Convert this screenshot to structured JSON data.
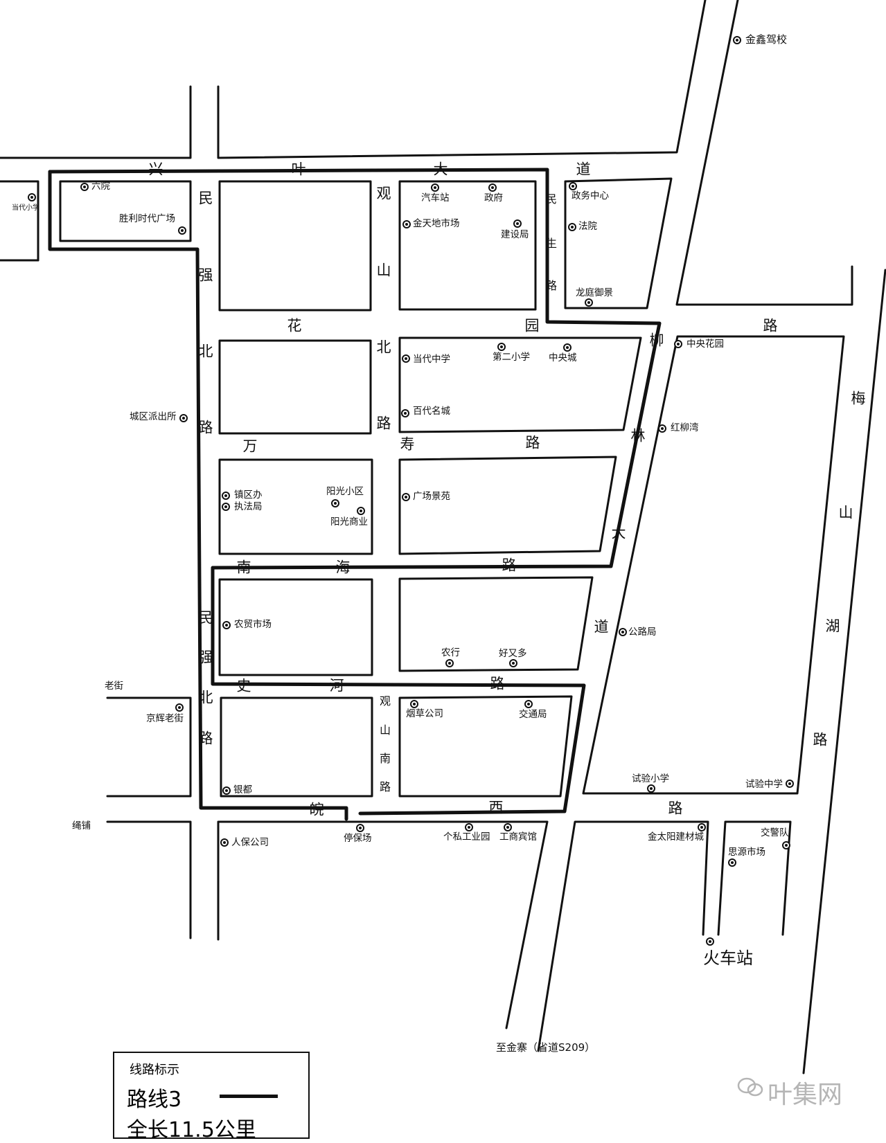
{
  "roads": [
    {
      "id": "xingye-1",
      "text": "兴"
    },
    {
      "id": "xingye-2",
      "text": "叶"
    },
    {
      "id": "xingye-3",
      "text": "大"
    },
    {
      "id": "xingye-4",
      "text": "道"
    },
    {
      "id": "minqiang-1",
      "text": "民"
    },
    {
      "id": "minqiang-2",
      "text": "强"
    },
    {
      "id": "minqiang-3",
      "text": "北"
    },
    {
      "id": "minqiang-4",
      "text": "路"
    },
    {
      "id": "minqiang-s1",
      "text": "民"
    },
    {
      "id": "minqiang-s2",
      "text": "强"
    },
    {
      "id": "minqiang-s3",
      "text": "北"
    },
    {
      "id": "minqiang-s4",
      "text": "路"
    },
    {
      "id": "guanshan-1",
      "text": "观"
    },
    {
      "id": "guanshan-2",
      "text": "山"
    },
    {
      "id": "guanshan-3",
      "text": "北"
    },
    {
      "id": "guanshan-4",
      "text": "路"
    },
    {
      "id": "huayuan-1",
      "text": "花"
    },
    {
      "id": "huayuan-2",
      "text": "园"
    },
    {
      "id": "huayuan-3",
      "text": "路"
    },
    {
      "id": "minsheng-1",
      "text": "民"
    },
    {
      "id": "minsheng-2",
      "text": "生"
    },
    {
      "id": "minsheng-3",
      "text": "路"
    },
    {
      "id": "wanshou-1",
      "text": "万"
    },
    {
      "id": "wanshou-2",
      "text": "寿"
    },
    {
      "id": "wanshou-3",
      "text": "路"
    },
    {
      "id": "nanhai-1",
      "text": "南"
    },
    {
      "id": "nanhai-2",
      "text": "海"
    },
    {
      "id": "nanhai-3",
      "text": "路"
    },
    {
      "id": "shihe-1",
      "text": "史"
    },
    {
      "id": "shihe-2",
      "text": "河"
    },
    {
      "id": "shihe-3",
      "text": "路"
    },
    {
      "id": "guanshannan-1",
      "text": "观"
    },
    {
      "id": "guanshannan-2",
      "text": "山"
    },
    {
      "id": "guanshannan-3",
      "text": "南"
    },
    {
      "id": "guanshannan-4",
      "text": "路"
    },
    {
      "id": "liulin-1",
      "text": "柳"
    },
    {
      "id": "liulin-2",
      "text": "林"
    },
    {
      "id": "liulin-3",
      "text": "大"
    },
    {
      "id": "liulin-4",
      "text": "道"
    },
    {
      "id": "wanxi-1",
      "text": "皖"
    },
    {
      "id": "wanxi-2",
      "text": "西"
    },
    {
      "id": "wanxi-3",
      "text": "路"
    },
    {
      "id": "meishan-1",
      "text": "梅"
    },
    {
      "id": "meishan-2",
      "text": "山"
    },
    {
      "id": "meishan-3",
      "text": "湖"
    },
    {
      "id": "meishan-4",
      "text": "路"
    }
  ],
  "pois": [
    {
      "id": "jinxin-jiaxiao",
      "text": "金鑫驾校"
    },
    {
      "id": "liuyuan",
      "text": "六院"
    },
    {
      "id": "dangdai-xiaoxue",
      "text": "当代小学"
    },
    {
      "id": "shengli-guangchang",
      "text": "胜利时代广场"
    },
    {
      "id": "qichezhan",
      "text": "汽车站"
    },
    {
      "id": "zhengfu",
      "text": "政府"
    },
    {
      "id": "jintiandi",
      "text": "金天地市场"
    },
    {
      "id": "jiansheju",
      "text": "建设局"
    },
    {
      "id": "zhengwu-zhongxin",
      "text": "政务中心"
    },
    {
      "id": "fayuan",
      "text": "法院"
    },
    {
      "id": "longting",
      "text": "龙庭御景"
    },
    {
      "id": "dangdai-zhongxue",
      "text": "当代中学"
    },
    {
      "id": "dier-xiaoxue",
      "text": "第二小学"
    },
    {
      "id": "zhongyang-cheng",
      "text": "中央城"
    },
    {
      "id": "zhongyang-huayuan",
      "text": "中央花园"
    },
    {
      "id": "baidai",
      "text": "百代名城"
    },
    {
      "id": "chengqu-paichusuo",
      "text": "城区派出所"
    },
    {
      "id": "hongliuwan",
      "text": "红柳湾"
    },
    {
      "id": "zhenqu-ban",
      "text": "镇区办"
    },
    {
      "id": "zhifaju",
      "text": "执法局"
    },
    {
      "id": "yangguang-xiaoqu",
      "text": "阳光小区"
    },
    {
      "id": "yangguang-shangye",
      "text": "阳光商业"
    },
    {
      "id": "guangchang-jingyuan",
      "text": "广场景苑"
    },
    {
      "id": "nongmao",
      "text": "农贸市场"
    },
    {
      "id": "nonghang",
      "text": "农行"
    },
    {
      "id": "haoyouduo",
      "text": "好又多"
    },
    {
      "id": "gongluju",
      "text": "公路局"
    },
    {
      "id": "laojie",
      "text": "老街"
    },
    {
      "id": "jinghui",
      "text": "京辉老街"
    },
    {
      "id": "yancao",
      "text": "烟草公司"
    },
    {
      "id": "jiaotongju",
      "text": "交通局"
    },
    {
      "id": "yindu",
      "text": "银都"
    },
    {
      "id": "shiyan-xiaoxue",
      "text": "试验小学"
    },
    {
      "id": "shiyan-zhongxue",
      "text": "试验中学"
    },
    {
      "id": "shengpu",
      "text": "绳铺"
    },
    {
      "id": "renbao",
      "text": "人保公司"
    },
    {
      "id": "tingbaochang",
      "text": "停保场"
    },
    {
      "id": "gesi",
      "text": "个私工业园"
    },
    {
      "id": "gongshang",
      "text": "工商宾馆"
    },
    {
      "id": "jintaiyang",
      "text": "金太阳建材城"
    },
    {
      "id": "jiaojingdui",
      "text": "交警队"
    },
    {
      "id": "siyuan",
      "text": "思源市场"
    },
    {
      "id": "huochezhan",
      "text": "火车站"
    },
    {
      "id": "zhijinzhai",
      "text": "至金寨（省道S209）"
    }
  ],
  "legend": {
    "title": "线路标示",
    "route_name": "路线3",
    "route_length": "全长11.5公里"
  },
  "brand": {
    "text": "叶集网",
    "icon": "wechat-icon"
  },
  "colors": {
    "line": "#111111",
    "brand": "#b5b5b5"
  }
}
